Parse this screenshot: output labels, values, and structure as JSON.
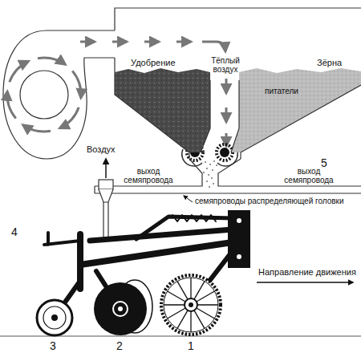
{
  "diagram": {
    "nodes": [
      {
        "text": [
          "Удобрение"
        ]
      },
      {
        "text": [
          "Зёрна"
        ]
      }
    ],
    "labels": [
      "Тёплый воздух",
      "питатели",
      "Воздух",
      "выход семяпровода",
      "выход семяпровода",
      "семяпроводы распределяющей головки",
      "Направление движения",
      "4",
      "5",
      "3",
      "2",
      "1"
    ]
  }
}
